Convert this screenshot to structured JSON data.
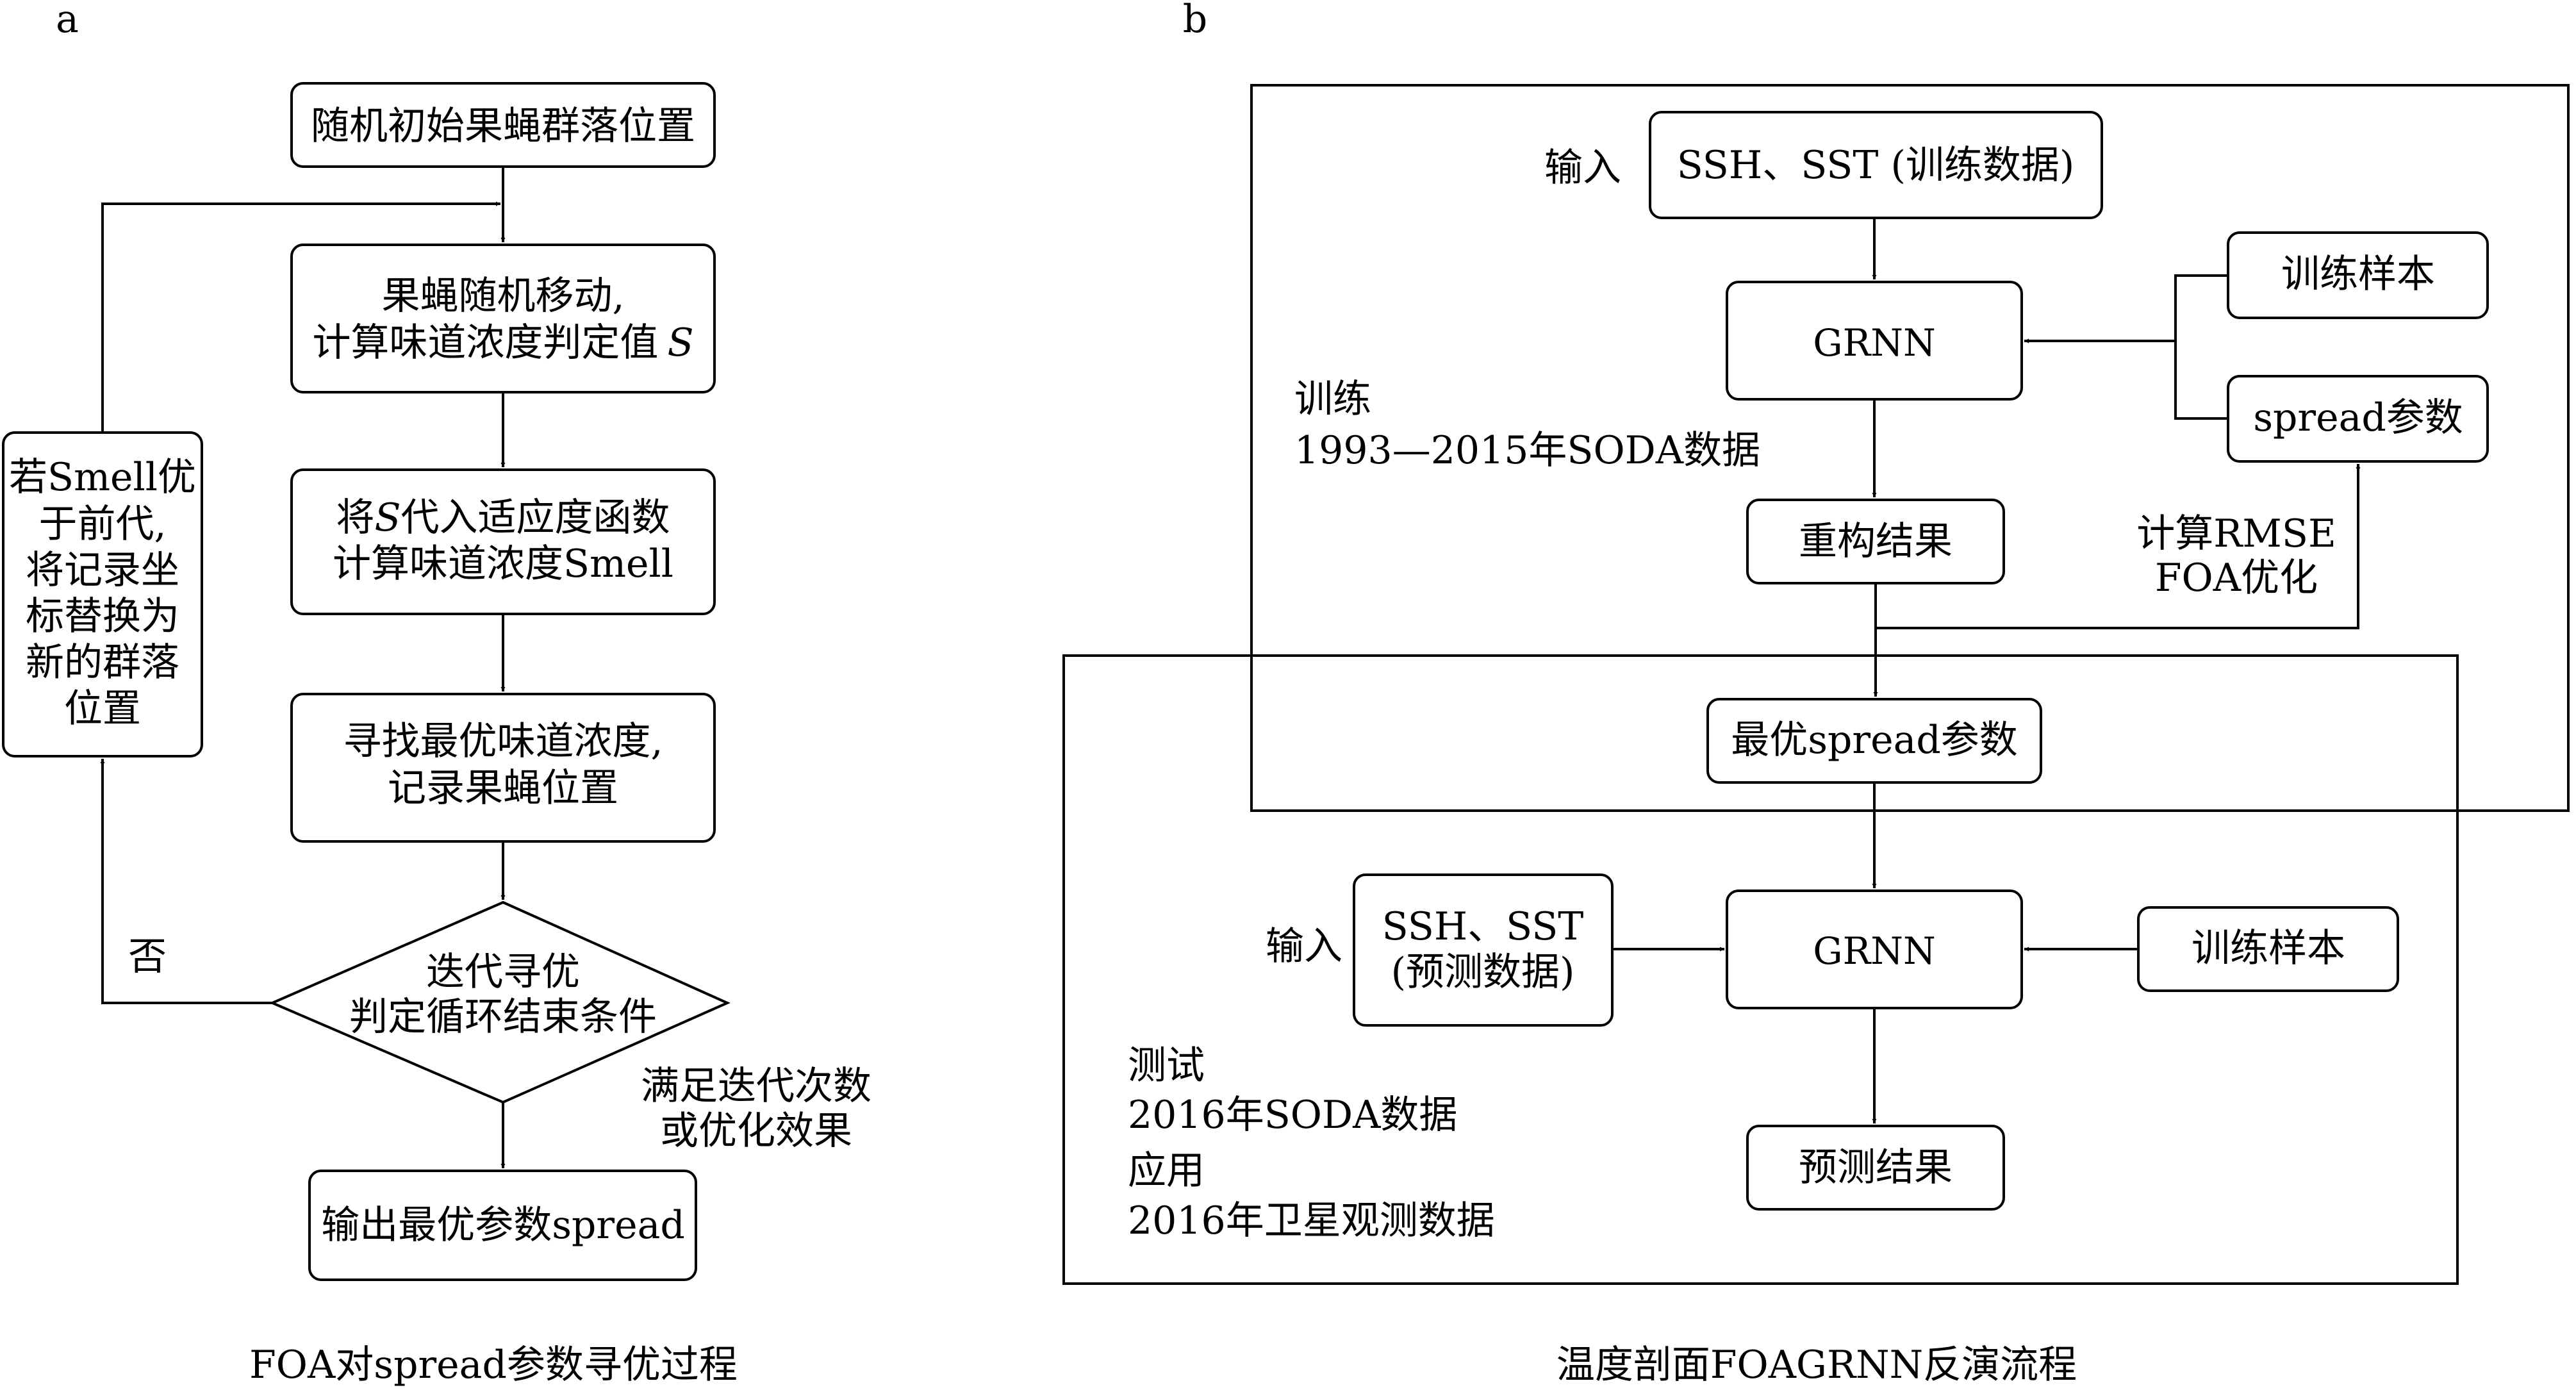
{
  "panel_a": {
    "label": "a",
    "caption": "FOA对spread参数寻优过程",
    "steps": {
      "init": "随机初始果蝇群落位置",
      "move_line1": "果蝇随机移动,",
      "move_line2": "计算味道浓度判定值",
      "move_var": "S",
      "fit_var": "S",
      "fit_line1": "代入适应度函数",
      "fit_prefix": "将",
      "fit_line2": "计算味道浓度Smell",
      "find_line1": "寻找最优味道浓度,",
      "find_line2": "记录果蝇位置",
      "decision_line1": "迭代寻优",
      "decision_line2": "判定循环结束条件",
      "output": "输出最优参数spread"
    },
    "side_box": [
      "若Smell优",
      "于前代,",
      "将记录坐",
      "标替换为",
      "新的群落",
      "位置"
    ],
    "no_label": "否",
    "yes_line1": "满足迭代次数",
    "yes_line2": "或优化效果"
  },
  "panel_b": {
    "label": "b",
    "caption": "温度剖面FOAGRNN反演流程",
    "train": {
      "input_label": "输入",
      "input_box": "SSH、SST (训练数据)",
      "grnn": "GRNN",
      "samples": "训练样本",
      "spread": "spread参数",
      "section_line1": "训练",
      "section_line2": "1993—2015年SODA数据",
      "recon": "重构结果",
      "opt_line1": "计算RMSE",
      "opt_line2": "FOA优化"
    },
    "best_spread": "最优spread参数",
    "test": {
      "input_label": "输入",
      "input_line1": "SSH、SST",
      "input_line2": "(预测数据)",
      "grnn": "GRNN",
      "samples": "训练样本",
      "test_line1": "测试",
      "test_line2": "2016年SODA数据",
      "app_line1": "应用",
      "app_line2": "2016年卫星观测数据",
      "result": "预测结果"
    }
  }
}
